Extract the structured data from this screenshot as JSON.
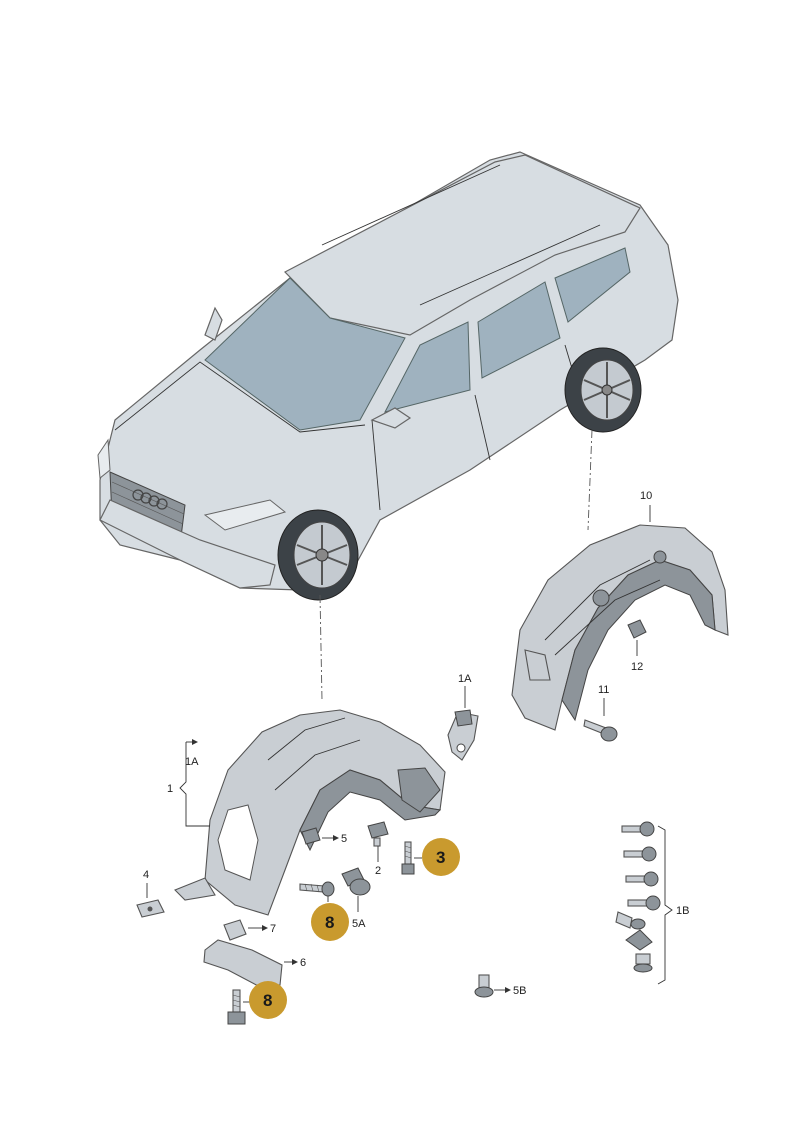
{
  "callouts": {
    "c1": "1",
    "c1A_top": "1A",
    "c1A_bracket": "1A",
    "c1B": "1B",
    "c2": "2",
    "c4": "4",
    "c5": "5",
    "c5A": "5A",
    "c5B": "5B",
    "c6": "6",
    "c7": "7",
    "c10": "10",
    "c11": "11",
    "c12": "12"
  },
  "badges": {
    "b3": "3",
    "b8_upper": "8",
    "b8_lower": "8"
  },
  "colors": {
    "badge_fill": "#c99a2e",
    "part_fill": "#c9ced3",
    "car_fill": "#d7dde2",
    "glass_fill": "#9fb2bf"
  }
}
